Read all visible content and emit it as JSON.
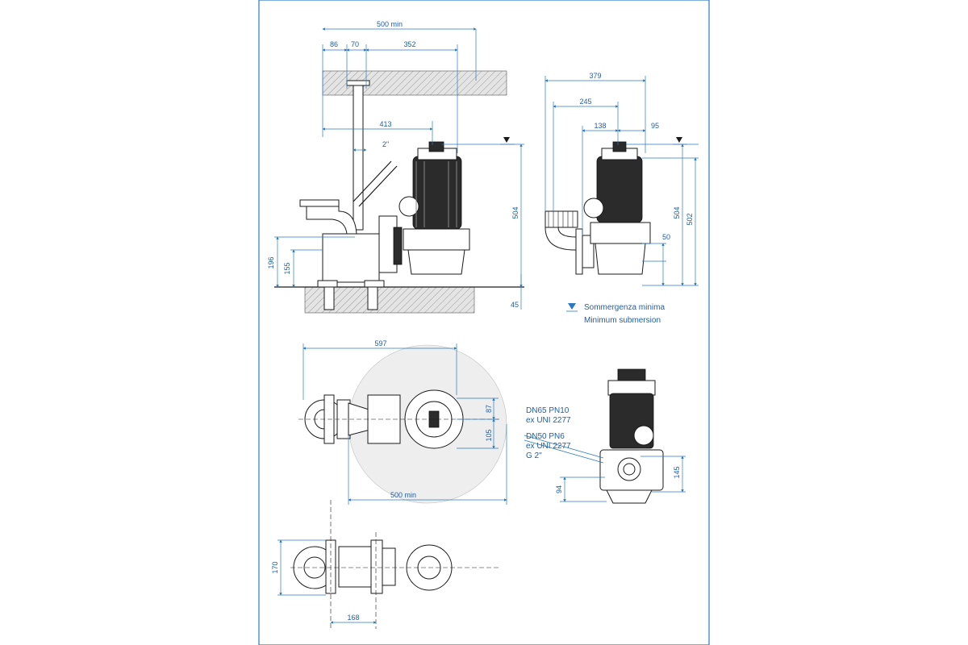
{
  "dimensions": {
    "d500min_top": "500 min",
    "d86": "86",
    "d70": "70",
    "d352": "352",
    "d413": "413",
    "d2in": "2\"",
    "d504_left": "504",
    "d196": "196",
    "d155": "155",
    "d45": "45",
    "d379": "379",
    "d245": "245",
    "d138": "138",
    "d95": "95",
    "d50": "50",
    "d504_right": "504",
    "d502": "502",
    "d597": "597",
    "d87": "87",
    "d105": "105",
    "d500min_bottom": "500 min",
    "d145": "145",
    "d94": "94",
    "d170": "170",
    "d168": "168"
  },
  "legend": {
    "line1": "Sommergenza minima",
    "line2": "Minimum submersion"
  },
  "connections": {
    "dn65_line1": "DN65 PN10",
    "dn65_line2": "ex UNI 2277",
    "dn50_line1": "DN50 PN6",
    "dn50_line2": "ex UNI 2277",
    "dn50_line3": "G 2\""
  },
  "colors": {
    "dimension_blue": "#1f5fa8",
    "frame_blue": "#2a78c2",
    "drawing_black": "#1a1a1a"
  }
}
